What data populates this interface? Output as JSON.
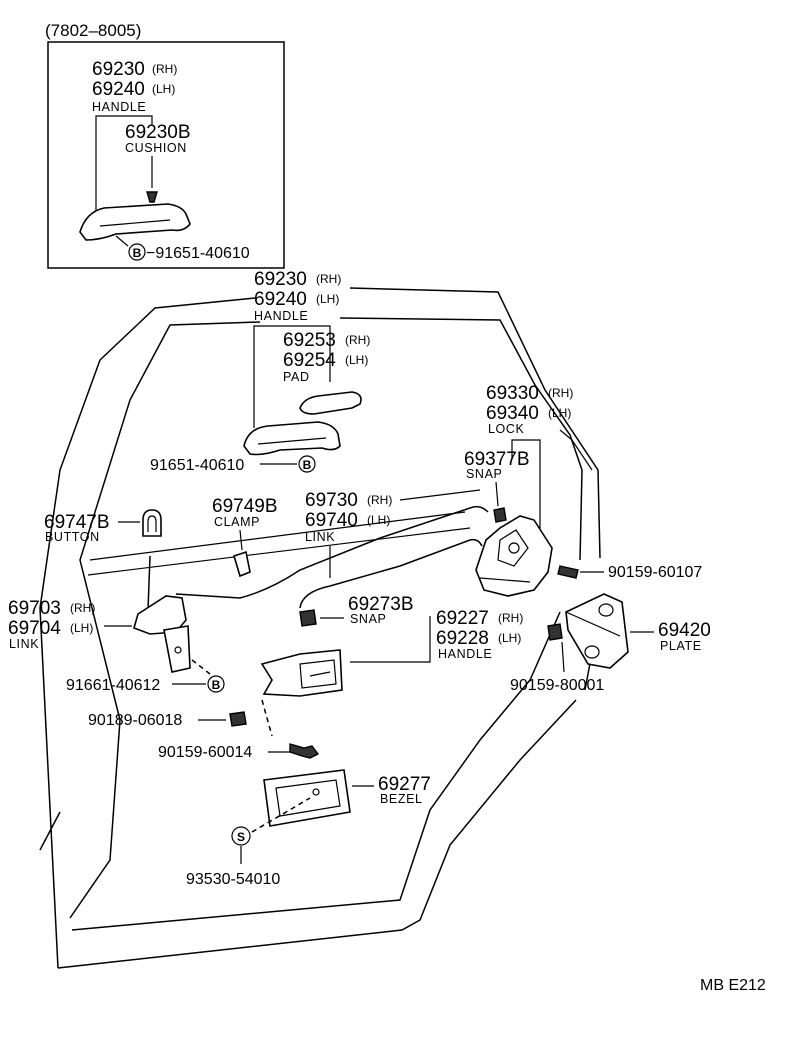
{
  "inset": {
    "date_range": "(7802–8005)",
    "handle_rh": "69230",
    "handle_lh": "69240",
    "rh": "(RH)",
    "lh": "(LH)",
    "handle_name": "HANDLE",
    "cushion_pn": "69230B",
    "cushion_name": "CUSHION",
    "bolt_mark": "B",
    "bolt_pn": "−91651-40610"
  },
  "parts": {
    "handle_rh": "69230",
    "handle_lh": "69240",
    "handle_name": "HANDLE",
    "pad_rh": "69253",
    "pad_lh": "69254",
    "pad_name": "PAD",
    "handle_bolt": "91651-40610",
    "handle_bolt_mark": "B",
    "lock_rh": "69330",
    "lock_lh": "69340",
    "lock_name": "LOCK",
    "snap1": "69377B",
    "snap1_name": "SNAP",
    "button": "69747B",
    "button_name": "BUTTON",
    "clamp": "69749B",
    "clamp_name": "CLAMP",
    "link_rh": "69730",
    "link_lh": "69740",
    "link_name": "LINK",
    "screw1": "90159-60107",
    "link2_rh": "69703",
    "link2_lh": "69704",
    "link2_name": "LINK",
    "snap2": "69273B",
    "snap2_name": "SNAP",
    "inner_handle_rh": "69227",
    "inner_handle_lh": "69228",
    "inner_handle_name": "HANDLE",
    "plate": "69420",
    "plate_name": "PLATE",
    "bolt2": "91661-40612",
    "bolt2_mark": "B",
    "screw2": "90159-80001",
    "nut": "90189-06018",
    "screw3": "90159-60014",
    "bezel": "69277",
    "bezel_name": "BEZEL",
    "screw4_mark": "S",
    "screw4": "93530-54010",
    "rh": "(RH)",
    "lh": "(LH)"
  },
  "footer": {
    "code": "MB  E212"
  }
}
